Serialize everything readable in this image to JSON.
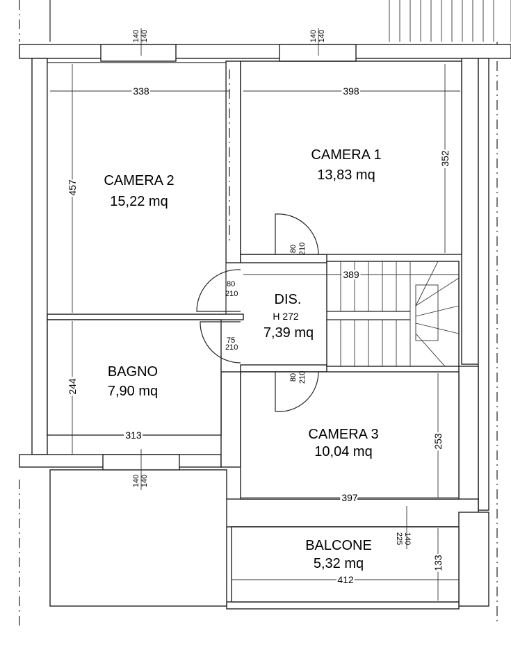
{
  "rooms": {
    "camera2": {
      "name": "CAMERA 2",
      "area": "15,22 mq",
      "width": "338",
      "height": "457"
    },
    "camera1": {
      "name": "CAMERA 1",
      "area": "13,83 mq",
      "width": "398",
      "height": "352"
    },
    "dis": {
      "name": "DIS.",
      "ceiling": "H 272",
      "area": "7,39 mq",
      "stair_width": "389"
    },
    "bagno": {
      "name": "BAGNO",
      "area": "7,90 mq",
      "width": "313",
      "height": "244"
    },
    "camera3": {
      "name": "CAMERA 3",
      "area": "10,04 mq",
      "width": "397",
      "height": "253"
    },
    "balcone": {
      "name": "BALCONE",
      "area": "5,32 mq",
      "width": "412",
      "height": "133"
    }
  },
  "openings": {
    "window_cam2": {
      "w": "140",
      "h": "140"
    },
    "window_cam1": {
      "w": "140",
      "h": "140"
    },
    "window_bagno": {
      "w": "140",
      "h": "140"
    },
    "door_cam1": {
      "w": "80",
      "h": "210"
    },
    "door_cam2": {
      "w": "80",
      "h": "210"
    },
    "door_bagno": {
      "w": "75",
      "h": "210"
    },
    "door_cam3": {
      "w": "80",
      "h": "210"
    },
    "window_balcone": {
      "w": "140",
      "h": "225"
    }
  }
}
